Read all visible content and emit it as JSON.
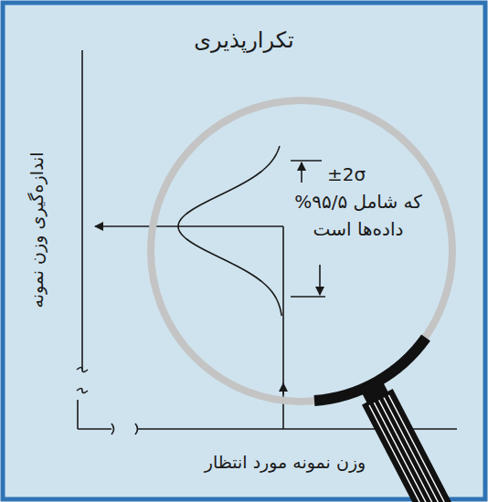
{
  "diagram": {
    "title": "تکرارپذیری",
    "labels": [
      "اندازه‌گیری وزن نمونه",
      "وزن نمونه مورد انتظار",
      "±2σ",
      "که شامل ۹۵/۵% داده‌ها است"
    ]
  }
}
